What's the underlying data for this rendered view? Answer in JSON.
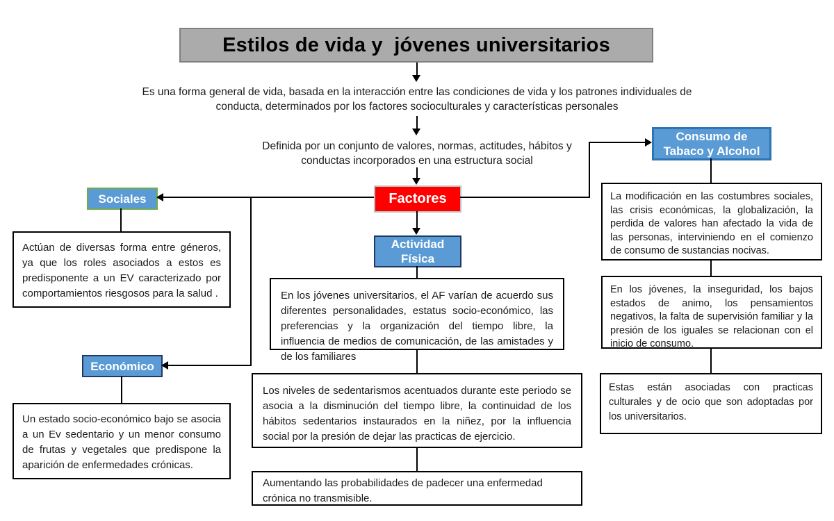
{
  "diagram": {
    "title": "Estilos de vida y  jóvenes universitarios",
    "intro": "Es una forma general de vida, basada en la interacción entre las condiciones de vida y los patrones individuales de\nconducta, determinados por los factores socioculturales y características personales",
    "definition": "Definida por un conjunto de  valores, normas, actitudes, hábitos y\nconductas  incorporados en una estructura social",
    "factores": {
      "label": "Factores"
    },
    "branches": {
      "sociales": {
        "label": "Sociales",
        "description": "Actúan de diversas forma entre géneros, ya que los roles asociados a estos es predisponente a un EV caracterizado por comportamientos riesgosos para la salud ."
      },
      "economico": {
        "label": "Económico",
        "description": "Un estado socio-económico bajo se asocia a un Ev sedentario y un menor consumo de frutas y vegetales que predispone la aparición de enfermedades crónicas."
      },
      "actividad_fisica": {
        "label": "Actividad\nFísica",
        "description": "En los jóvenes universitarios, el AF varían de acuerdo  sus diferentes personalidades, estatus socio-económico,  las preferencias y la organización del tiempo libre, la influencia de medios de comunicación, de las amistades y de los familiares",
        "sedentarismo": "Los niveles de sedentarismos acentuados durante este periodo se asocia a la disminución del tiempo libre, la continuidad de los hábitos sedentarios instaurados en la niñez, por la influencia social por la presión de dejar las practicas de ejercicio.",
        "consecuencia": "Aumentando las probabilidades de padecer una enfermedad crónica no transmisible."
      },
      "consumo": {
        "label": "Consumo de\nTabaco y Alcohol",
        "causas": "La modificación en las costumbres sociales, las crisis económicas, la globalización, la perdida de valores han afectado la vida de las personas, interviniendo en el comienzo de consumo de sustancias nocivas.",
        "inicio": "En los jóvenes, la inseguridad, los bajos estados de animo, los pensamientos negativos, la falta de supervisión familiar y la presión de los iguales se relacionan con el inicio de consumo.",
        "practicas": "Estas están asociadas con practicas culturales y de ocio que son adoptadas por los universitarios."
      }
    },
    "colors": {
      "title_bg": "#ababab",
      "title_border": "#7f7f7f",
      "factores_bg": "#ff0000",
      "factores_border": "#bfbfbf",
      "node_bg": "#5b9bd5",
      "sociales_border": "#70ad47",
      "dark_border": "#203864",
      "consumo_border": "#2e75b6",
      "line": "#000000"
    }
  }
}
